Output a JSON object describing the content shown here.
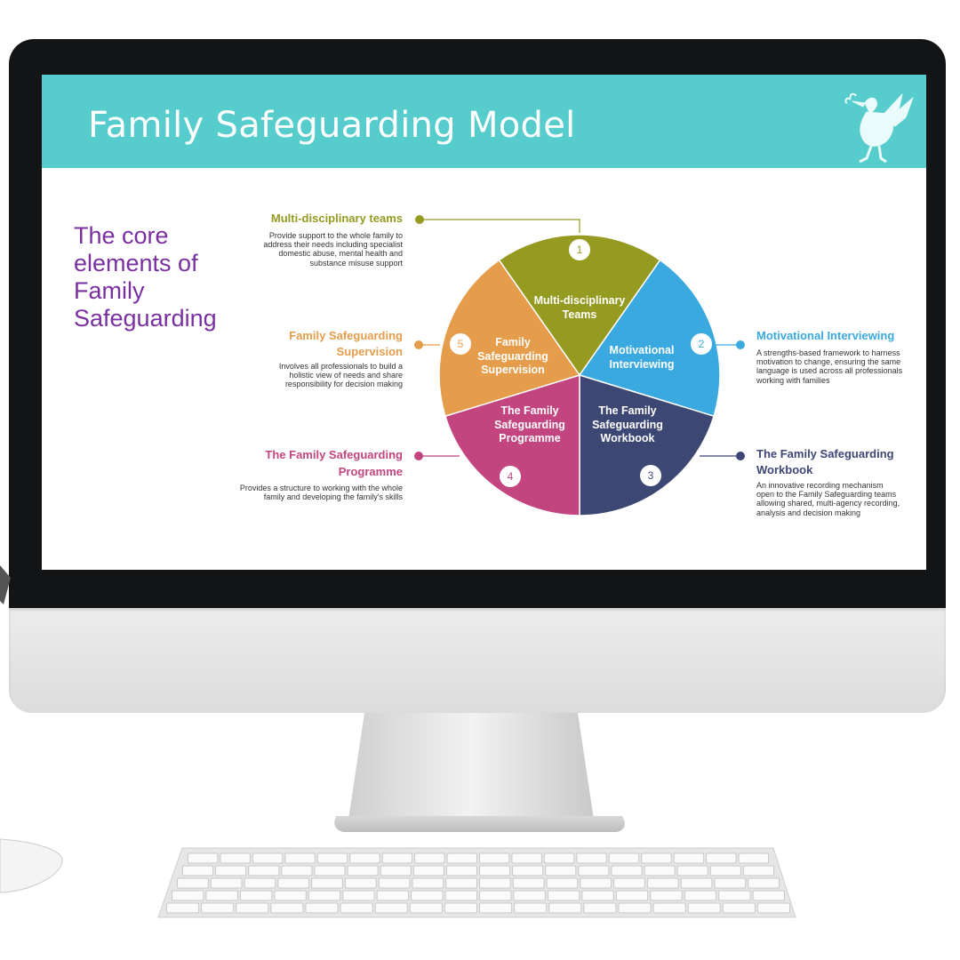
{
  "slide": {
    "title": "Family Safeguarding Model",
    "subtitle_lines": [
      "The core",
      "elements of",
      "Family",
      "Safeguarding"
    ],
    "banner_color": "#56cccc",
    "subtitle_color": "#7a2fa0",
    "logo_icon": "liver-bird-icon"
  },
  "elements": [
    {
      "number": "1",
      "slice_label": "Multi-disciplinary Teams",
      "heading": "Multi-disciplinary teams",
      "description": "Provide support to the whole family to address their needs including specialist domestic abuse, mental health and substance misuse support",
      "color": "#959a21"
    },
    {
      "number": "2",
      "slice_label": "Motivational Interviewing",
      "heading": "Motivational Interviewing",
      "description": "A strengths-based framework to harness motivation to change, ensuring the same language is used across all professionals working with families",
      "color": "#3aa9e0"
    },
    {
      "number": "3",
      "slice_label": "The Family Safeguarding Workbook",
      "heading": "The Family Safeguarding Workbook",
      "description": "An innovative recording mechanism open to the Family Safeguarding teams allowing shared, multi-agency recording, analysis and decision making",
      "color": "#3d4774"
    },
    {
      "number": "4",
      "slice_label": "The Family Safeguarding Programme",
      "heading": "The Family Safeguarding Programme",
      "description": "Provides a structure to working with the whole family and developing the family's skills",
      "color": "#c2457f"
    },
    {
      "number": "5",
      "slice_label": "Family Safeguarding Supervision",
      "heading": "Family Safeguarding Supervision",
      "description": "Involves all professionals to build a holistic view of needs and share responsibility for decision making",
      "color": "#e59d4b"
    }
  ]
}
